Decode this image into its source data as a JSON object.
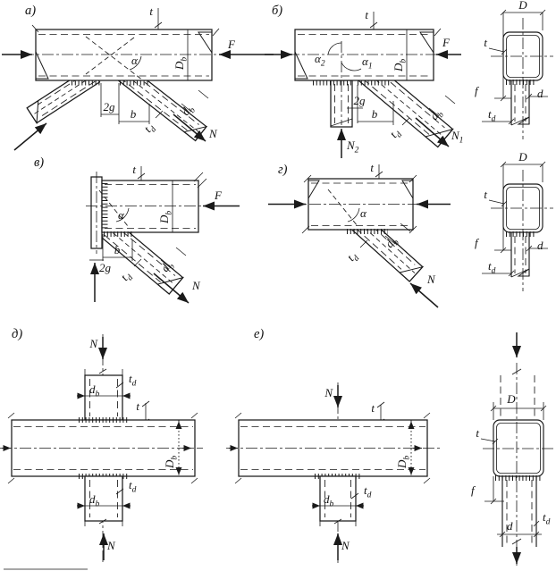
{
  "figure": {
    "panels": {
      "a": "а)",
      "b": "б)",
      "v": "в)",
      "g": "г)",
      "d": "д)",
      "e": "е)"
    },
    "forces": {
      "F": "F",
      "N": "N",
      "N1b": "N",
      "N1s": "1",
      "N2b": "N",
      "N2s": "2"
    },
    "angles": {
      "alpha": "α",
      "a1b": "α",
      "a1s": "1",
      "a2b": "α",
      "a2s": "2"
    },
    "dims": {
      "D": "D",
      "Db": "D",
      "Dbs": "b",
      "d": "d",
      "db": "d",
      "dbs": "b",
      "t": "t",
      "td": "t",
      "tds": "d",
      "f": "f",
      "b": "b",
      "g2": "2g"
    }
  }
}
